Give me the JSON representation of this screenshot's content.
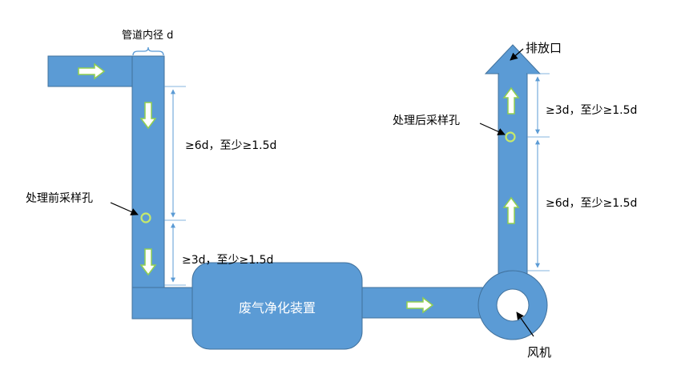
{
  "labels": {
    "pipe_diameter": "管道内径 d",
    "exhaust_outlet": "排放口",
    "post_sampling_hole": "处理后采样孔",
    "pre_sampling_hole": "处理前采样孔",
    "upper_left_distance": "≥6d，至少≥1.5d",
    "lower_left_distance": "≥3d，至少≥1.5d",
    "upper_right_distance": "≥3d，至少≥1.5d",
    "lower_right_distance": "≥6d，至少≥1.5d",
    "treatment_device": "废气净化装置",
    "fan": "风机"
  },
  "colors": {
    "duct_fill": "#5B9BD5",
    "duct_stroke": "#41719C",
    "flow_arrow_fill": "#ffffff",
    "flow_arrow_stroke": "#92D050",
    "dimension_line": "#5B9BD5",
    "sampling_hole_stroke": "#C6E96B",
    "callout": "#000000",
    "text": "#000000",
    "device_text": "#ffffff"
  },
  "icons": {
    "flow_arrow": "white-arrow-with-green-outline",
    "sampling_hole": "small-ring",
    "fan": "ring-with-hole"
  }
}
